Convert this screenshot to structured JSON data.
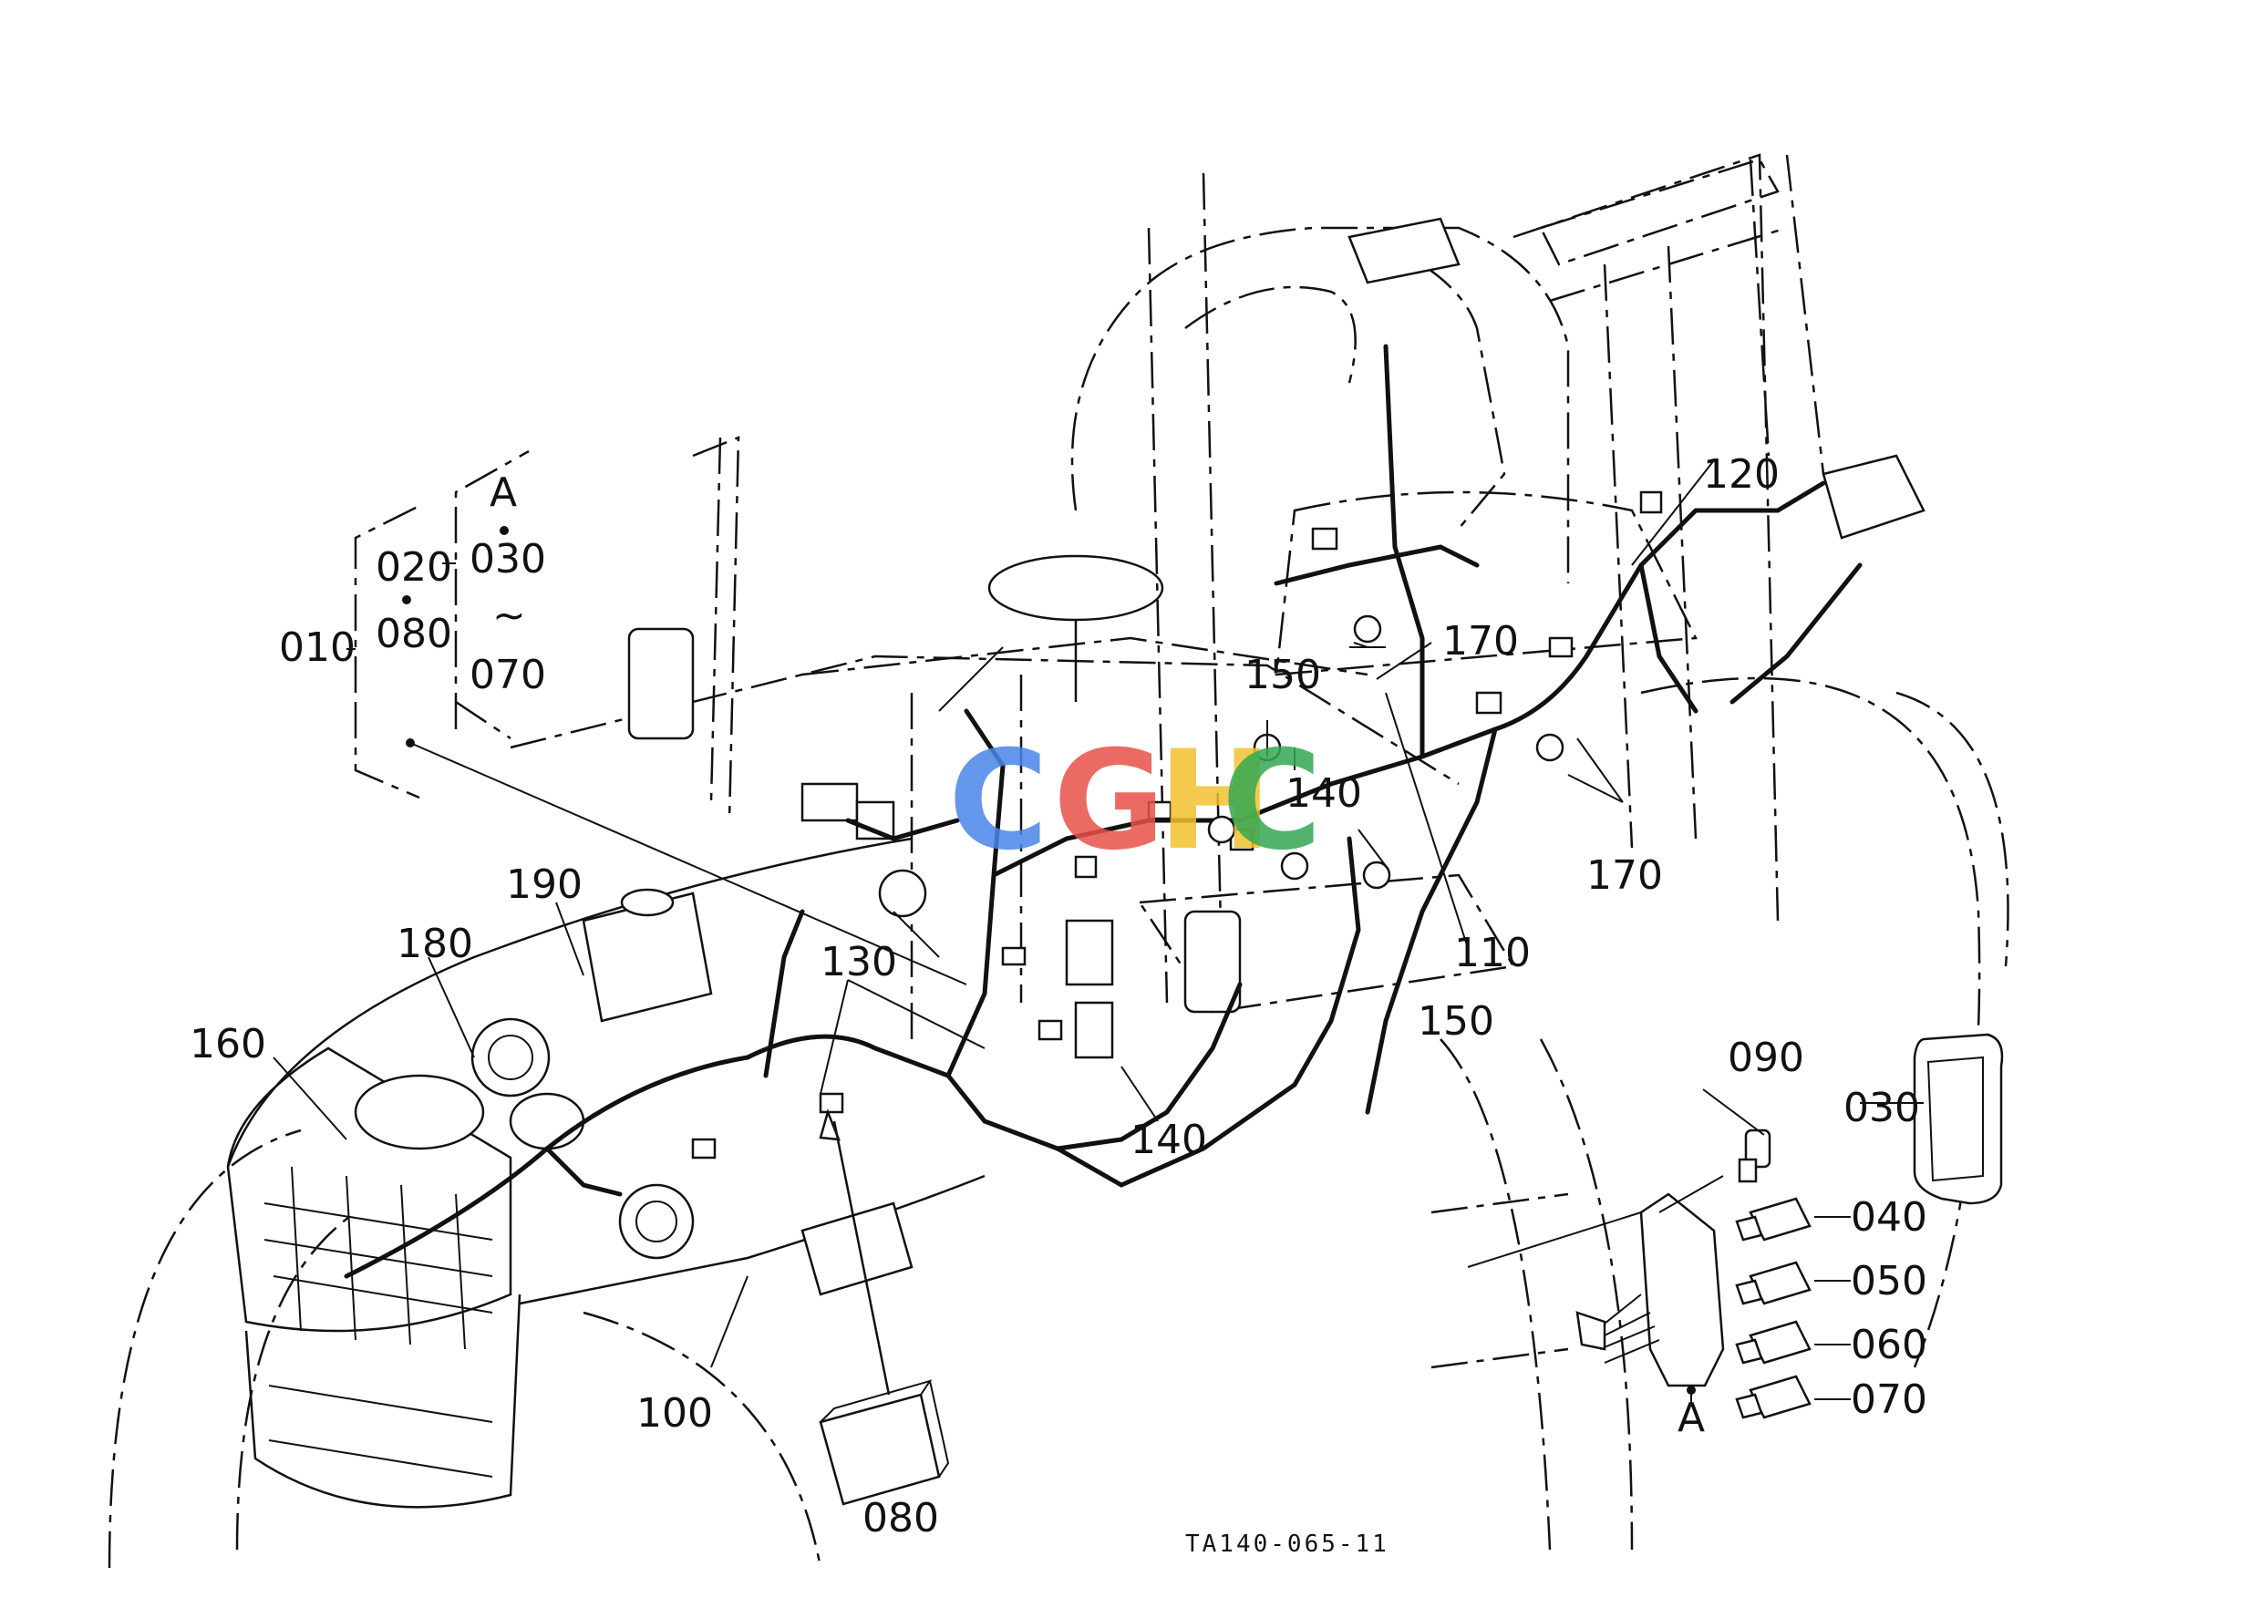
{
  "drawing_code": "TA140-065-11",
  "watermark": {
    "letters": [
      "C",
      "G",
      "H",
      "C"
    ],
    "colors": [
      "#4a86e8",
      "#e8524a",
      "#f2c12e",
      "#34a853"
    ]
  },
  "group": {
    "outer": "010",
    "inner": "020",
    "inner_dot": "080",
    "view": "A",
    "range_start": "030",
    "range_end": "070"
  },
  "callouts": {
    "c090": "090",
    "c030": "030",
    "c040": "040",
    "c050": "050",
    "c060": "060",
    "c070": "070",
    "view_a": "A",
    "c080": "080",
    "c100": "100",
    "c110": "110",
    "c120": "120",
    "c130": "130",
    "c140a": "140",
    "c140b": "140",
    "c150a": "150",
    "c150b": "150",
    "c160": "160",
    "c170a": "170",
    "c170b": "170",
    "c180": "180",
    "c190": "190"
  }
}
